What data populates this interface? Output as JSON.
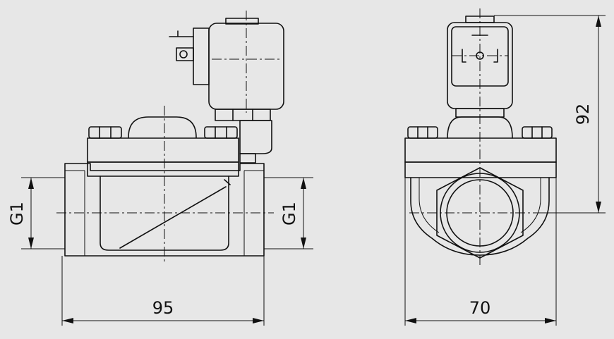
{
  "dimensions": {
    "length_side": "95",
    "width_front": "70",
    "height_front": "92",
    "port_left": "G1",
    "port_right": "G1"
  },
  "colors": {
    "background": "#e7e7e7",
    "line": "#111111"
  }
}
